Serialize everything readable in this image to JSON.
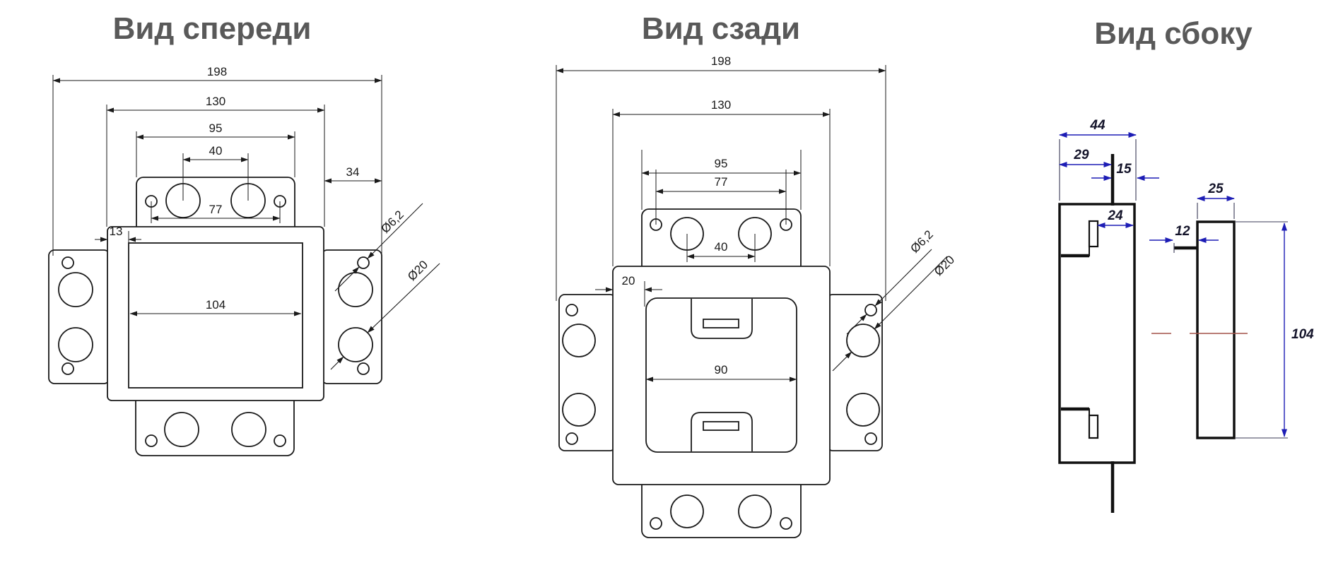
{
  "front": {
    "title": "Вид спереди",
    "d198": "198",
    "d130": "130",
    "d95": "95",
    "d40": "40",
    "d34": "34",
    "d77": "77",
    "d13": "13",
    "d104": "104",
    "dia_small": "Ø6,2",
    "dia_large": "Ø20"
  },
  "back": {
    "title": "Вид сзади",
    "d198": "198",
    "d130": "130",
    "d95": "95",
    "d77": "77",
    "d40": "40",
    "d20": "20",
    "d90": "90",
    "dia_small": "Ø6,2",
    "dia_large": "Ø20"
  },
  "side": {
    "title": "Вид сбоку",
    "d44": "44",
    "d29": "29",
    "d15": "15",
    "d24": "24",
    "d25": "25",
    "d12": "12",
    "d104": "104"
  },
  "colors": {
    "line": "#1a1a1a",
    "dim_blue": "#1d1db5",
    "title": "#595959",
    "centerline": "#a35248"
  }
}
